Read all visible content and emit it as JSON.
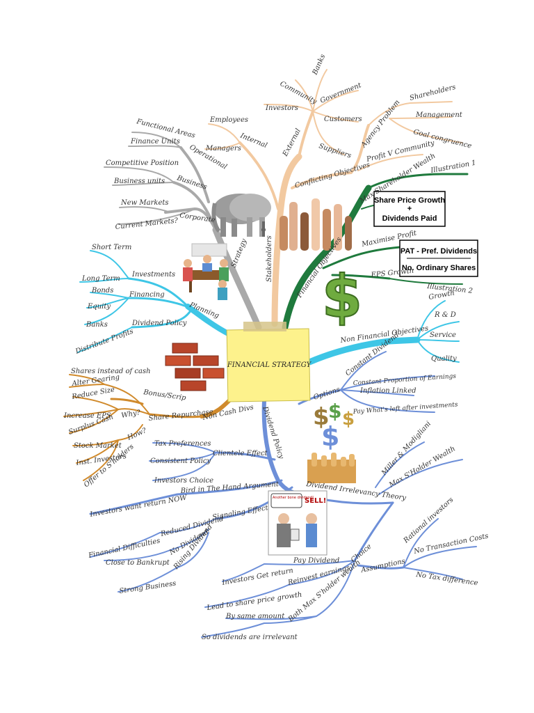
{
  "center": {
    "title": "FINANCIAL STRATEGY"
  },
  "colors": {
    "strategy": "#a9a9a9",
    "stakeholders": "#f2c9a0",
    "financial_objectives": "#1f7a3d",
    "non_financial_objectives": "#3ec6e6",
    "planning": "#3ec6e6",
    "non_cash_divs": "#d08a2c",
    "dividend_policy": "#6d8fd8",
    "note": "#fdf28c"
  },
  "branches": {
    "strategy": {
      "label": "Strategy",
      "operational": {
        "label": "Operational",
        "items": [
          "Functional Areas",
          "Finance Units"
        ]
      },
      "business": {
        "label": "Business",
        "items": [
          "Competitive Position",
          "Business units"
        ]
      },
      "corporate": {
        "label": "Corporate",
        "items": [
          "New Markets",
          "Current Markets?"
        ]
      }
    },
    "stakeholders": {
      "label": "Stakeholders",
      "internal": {
        "label": "Internal",
        "items": [
          "Employees",
          "Managers"
        ]
      },
      "external": {
        "label": "External",
        "items": [
          "Investors",
          "Community",
          "Banks",
          "Government",
          "Customers",
          "Suppliers"
        ]
      },
      "conflicting": {
        "label": "Conflicting Objectives"
      },
      "agency": {
        "label": "Agency Problem",
        "items": [
          "Shareholders",
          "Management",
          "Goal congruence"
        ]
      },
      "profit_community": "Profit V Community"
    },
    "financial_objectives": {
      "label": "Financial Objectives",
      "max_wealth": "Max Shareholder Wealth",
      "illustration1": "Illustration 1",
      "box1": {
        "line1": "Share Price Growth",
        "line2": "+",
        "line3": "Dividends Paid"
      },
      "max_profit": "Maximise Profit",
      "box2": {
        "top": "PAT - Pref. Dividends",
        "bottom": "No. Ordinary Shares"
      },
      "eps": "EPS Growth",
      "illustration2": "Illustration 2"
    },
    "non_financial": {
      "label": "Non Financial Objectives",
      "items": [
        "Growth",
        "R & D",
        "Service",
        "Quality"
      ]
    },
    "planning": {
      "label": "Planning",
      "investments": {
        "label": "Investments",
        "items": [
          "Short Term",
          "Long Term"
        ]
      },
      "financing": {
        "label": "Financing",
        "items": [
          "Bonds",
          "Equity",
          "Banks"
        ]
      },
      "dividend_policy": {
        "label": "Dividend Policy",
        "items": [
          "Distribute Profits"
        ]
      }
    },
    "non_cash": {
      "label": "Non Cash Divs",
      "bonus": {
        "label": "Bonus/Scrip",
        "items": [
          "Shares instead of cash",
          "Alter Gearing"
        ]
      },
      "repurchase": {
        "label": "Share Repurchase"
      },
      "why": {
        "label": "Why?",
        "items": [
          "Reduce Size",
          "Increase EPS",
          "Surplus Cash"
        ]
      },
      "how": {
        "label": "How?",
        "items": [
          "Stock Market",
          "Inst. Investors",
          "Offer to S'holders"
        ]
      }
    },
    "dividend_policy": {
      "label": "Dividend Policy",
      "options": {
        "label": "Options",
        "items": [
          "Constant Dividend",
          "Constant Proportion of Earnings",
          "Inflation Linked",
          "Pay What's left after investments"
        ]
      },
      "clientele": {
        "label": "Clientele Effect",
        "items": [
          "Tax Preferences",
          "Consistent Policy",
          "Investors Choice"
        ]
      },
      "bird": {
        "label": "Bird in The Hand Argument",
        "items": [
          "Investors want return NOW"
        ]
      },
      "signaling": {
        "label": "Signaling Effect",
        "reduced": "Reduced Dividend",
        "no_dividend": "No Dividend",
        "rising": "Rising Dividend",
        "items": [
          "Financial Difficulties",
          "Close to Bankrupt",
          "Strong Business"
        ]
      },
      "irrelevancy": {
        "label": "Dividend Irrelevancy Theory",
        "miller": "Miller & Modigliani",
        "max_wealth": "Max S'Holder Wealth"
      },
      "choice": {
        "label": "Choice",
        "pay": "Pay Dividend",
        "pay_items": [
          "Investors Get return"
        ],
        "reinvest": "Reinvest earnings",
        "reinvest_items": [
          "Lead to share price growth"
        ]
      },
      "both": {
        "label": "Both Max S'holder wealth",
        "items": [
          "By same amount",
          "So dividends are irrelevant"
        ]
      },
      "assumptions": {
        "label": "Assumptions",
        "items": [
          "Rational investors",
          "No Transaction Costs",
          "No Tax difference"
        ]
      }
    }
  },
  "cartoon": {
    "speech1": "Another bone dividend!",
    "speech2": "SELL!"
  }
}
